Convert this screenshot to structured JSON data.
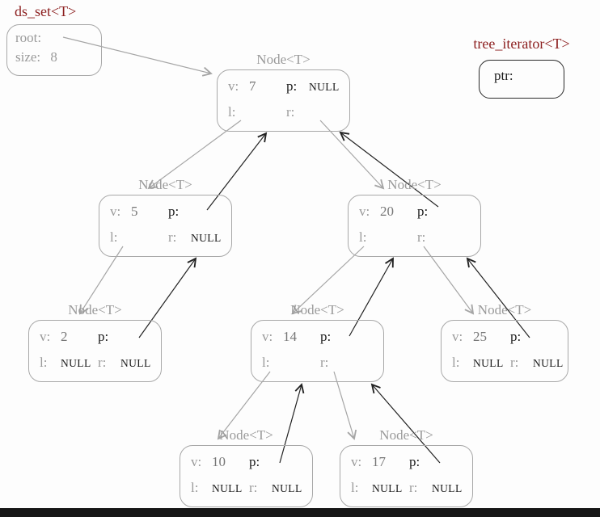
{
  "ds_set": {
    "title": "ds_set<T>",
    "root_label": "root:",
    "size_label": "size:",
    "size_value": "8"
  },
  "tree_iterator": {
    "title": "tree_iterator<T>",
    "ptr_label": "ptr:"
  },
  "node_title": "Node<T>",
  "labels": {
    "v": "v:",
    "p": "p:",
    "l": "l:",
    "r": "r:"
  },
  "nodes": [
    {
      "name": "node-7",
      "v": "7",
      "p": "NULL",
      "l": "",
      "r": ""
    },
    {
      "name": "node-5",
      "v": "5",
      "p": "",
      "l": "",
      "r": "NULL"
    },
    {
      "name": "node-20",
      "v": "20",
      "p": "",
      "l": "",
      "r": ""
    },
    {
      "name": "node-2",
      "v": "2",
      "p": "",
      "l": "NULL",
      "r": "NULL"
    },
    {
      "name": "node-14",
      "v": "14",
      "p": "",
      "l": "",
      "r": ""
    },
    {
      "name": "node-25",
      "v": "25",
      "p": "",
      "l": "NULL",
      "r": "NULL"
    },
    {
      "name": "node-10",
      "v": "10",
      "p": "",
      "l": "NULL",
      "r": "NULL"
    },
    {
      "name": "node-17",
      "v": "17",
      "p": "",
      "l": "NULL",
      "r": "NULL"
    }
  ],
  "edges": [
    {
      "from": "ds_set.root",
      "to": "node-7",
      "kind": "child"
    },
    {
      "from": "node-7.l",
      "to": "node-5",
      "kind": "child"
    },
    {
      "from": "node-7.r",
      "to": "node-20",
      "kind": "child"
    },
    {
      "from": "node-5.l",
      "to": "node-2",
      "kind": "child"
    },
    {
      "from": "node-20.l",
      "to": "node-14",
      "kind": "child"
    },
    {
      "from": "node-20.r",
      "to": "node-25",
      "kind": "child"
    },
    {
      "from": "node-14.l",
      "to": "node-10",
      "kind": "child"
    },
    {
      "from": "node-14.r",
      "to": "node-17",
      "kind": "child"
    },
    {
      "from": "node-5.p",
      "to": "node-7",
      "kind": "parent"
    },
    {
      "from": "node-20.p",
      "to": "node-7",
      "kind": "parent"
    },
    {
      "from": "node-2.p",
      "to": "node-5",
      "kind": "parent"
    },
    {
      "from": "node-14.p",
      "to": "node-20",
      "kind": "parent"
    },
    {
      "from": "node-25.p",
      "to": "node-20",
      "kind": "parent"
    },
    {
      "from": "node-10.p",
      "to": "node-14",
      "kind": "parent"
    },
    {
      "from": "node-17.p",
      "to": "node-14",
      "kind": "parent"
    }
  ],
  "colors": {
    "accent_title": "#8b1d1d",
    "muted": "#9a9a9a",
    "ink": "#1a1a1a"
  }
}
